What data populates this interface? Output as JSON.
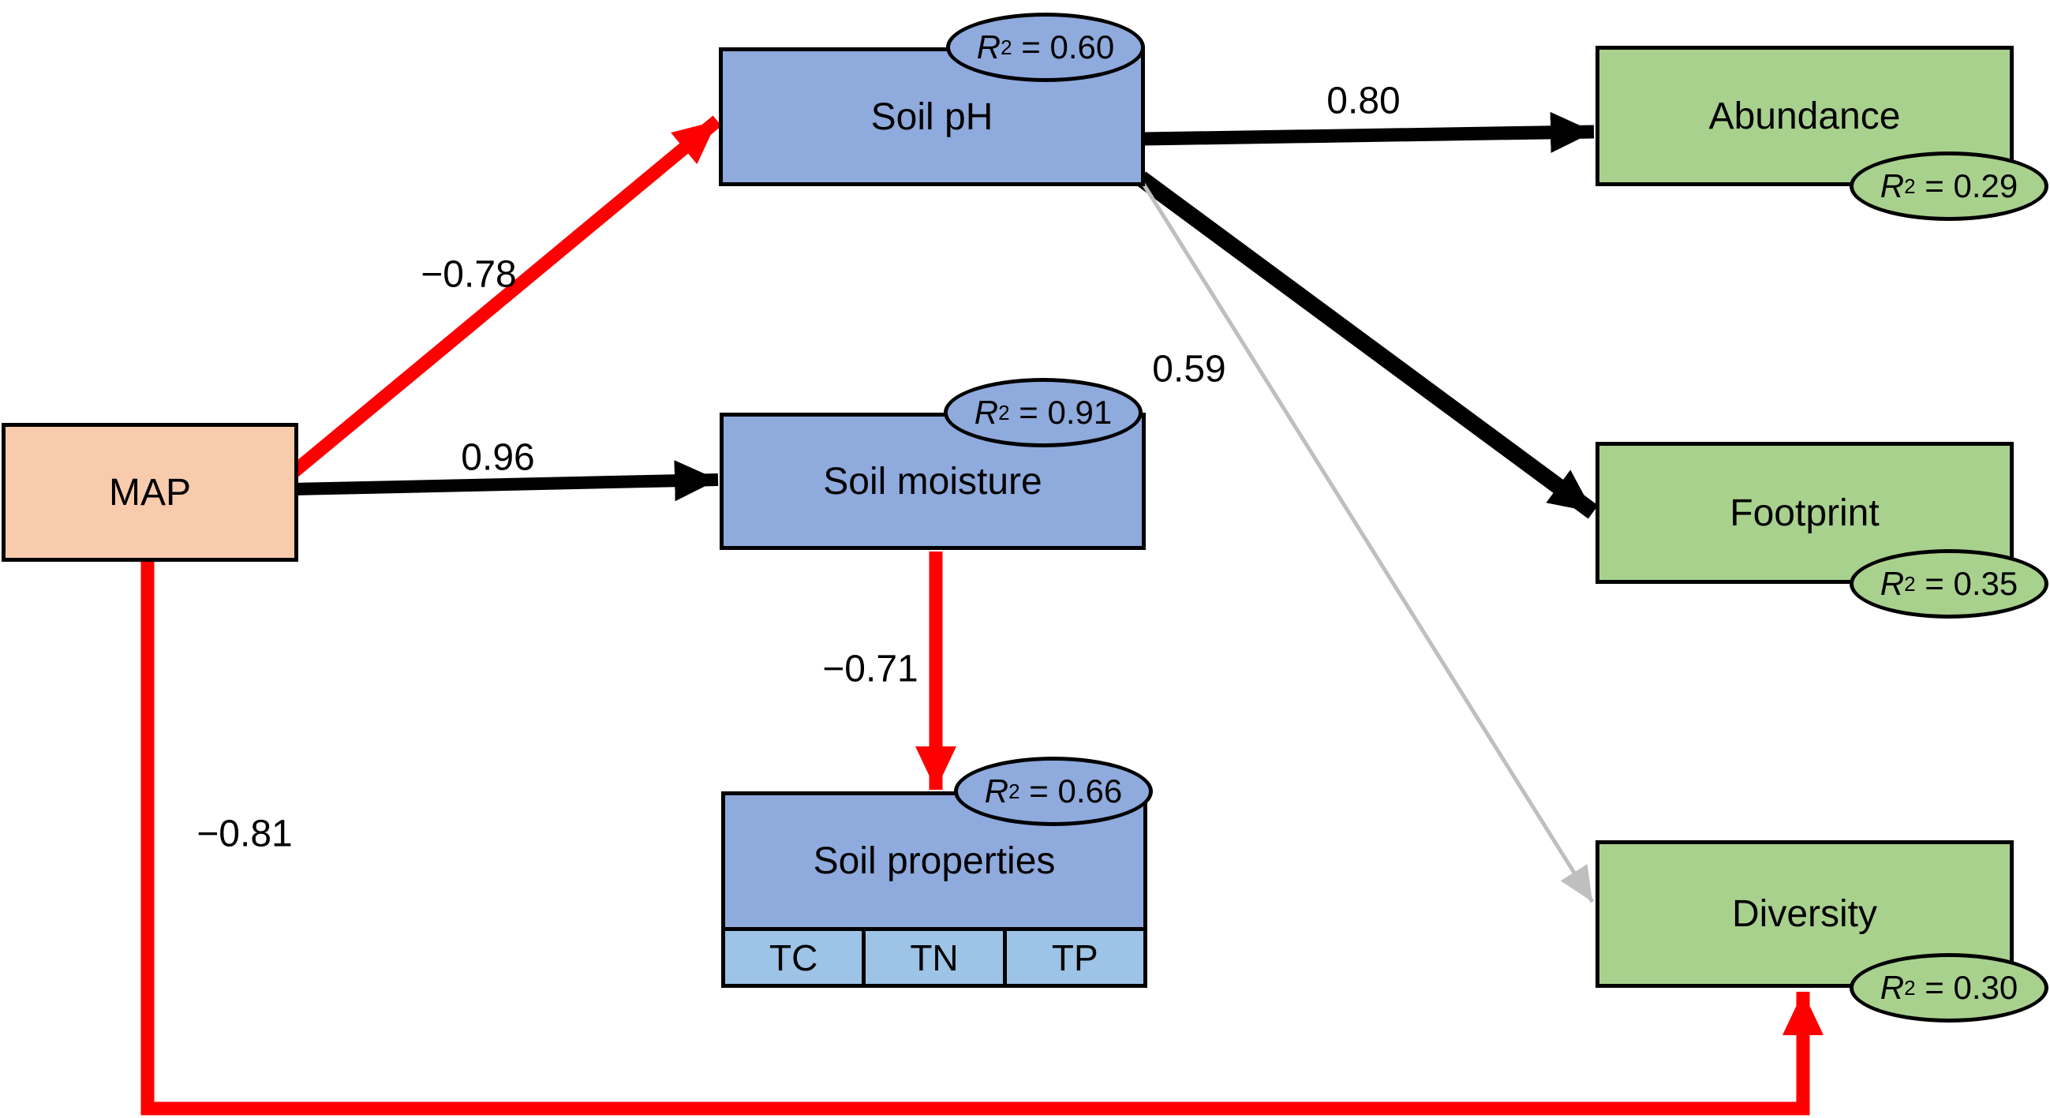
{
  "diagram_type": "structural-equation-model",
  "colors": {
    "negative_path": "#FF0000",
    "positive_path": "#000000",
    "nonsignificant_path": "#BFBFBF",
    "predictor_fill": "#F8CBAD",
    "soil_fill": "#8FAADC",
    "indicator_fill": "#9DC3E6",
    "outcome_fill": "#A9D18E",
    "border": "#000000"
  },
  "r2_notation": {
    "symbol": "R",
    "superscript": "2",
    "equals": " = "
  },
  "nodes": {
    "map": {
      "label": "MAP",
      "fill": "#F8CBAD"
    },
    "soil_ph": {
      "label": "Soil pH",
      "fill": "#8FAADC",
      "r2": "0.60"
    },
    "soil_moisture": {
      "label": "Soil moisture",
      "fill": "#8FAADC",
      "r2": "0.91"
    },
    "soil_properties": {
      "label": "Soil properties",
      "fill": "#8FAADC",
      "r2": "0.66",
      "indicator_fill": "#9DC3E6",
      "indicators": [
        "TC",
        "TN",
        "TP"
      ]
    },
    "abundance": {
      "label": "Abundance",
      "fill": "#A9D18E",
      "r2": "0.29"
    },
    "footprint": {
      "label": "Footprint",
      "fill": "#A9D18E",
      "r2": "0.35"
    },
    "diversity": {
      "label": "Diversity",
      "fill": "#A9D18E",
      "r2": "0.30"
    }
  },
  "paths": [
    {
      "from": "MAP",
      "to": "Soil pH",
      "coefficient": "−0.78",
      "color": "#FF0000"
    },
    {
      "from": "MAP",
      "to": "Soil moisture",
      "coefficient": "0.96",
      "color": "#000000"
    },
    {
      "from": "Soil pH",
      "to": "Abundance",
      "coefficient": "0.80",
      "color": "#000000"
    },
    {
      "from": "Soil pH",
      "to": "Footprint",
      "coefficient": "0.59",
      "color": "#000000"
    },
    {
      "from": "Soil pH",
      "to": "Diversity",
      "coefficient": "",
      "color": "#BFBFBF"
    },
    {
      "from": "Soil moisture",
      "to": "Soil properties",
      "coefficient": "−0.71",
      "color": "#FF0000"
    },
    {
      "from": "MAP",
      "to": "Diversity",
      "coefficient": "−0.81",
      "color": "#FF0000"
    }
  ]
}
